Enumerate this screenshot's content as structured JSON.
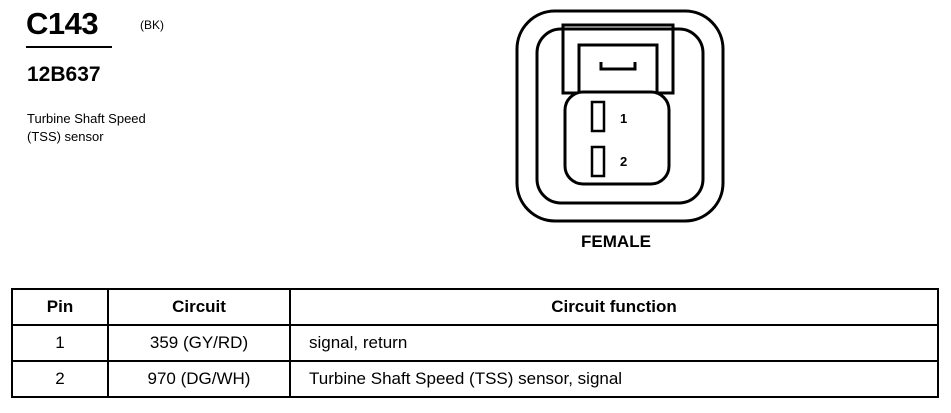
{
  "connector": {
    "id": "C143",
    "color_code": "(BK)",
    "part_number": "12B637",
    "description_line1": "Turbine Shaft Speed",
    "description_line2": "(TSS) sensor",
    "gender": "FEMALE",
    "pin_labels": [
      "1",
      "2"
    ]
  },
  "table": {
    "headers": {
      "pin": "Pin",
      "circuit": "Circuit",
      "function": "Circuit function"
    },
    "rows": [
      {
        "pin": "1",
        "circuit": "359 (GY/RD)",
        "function": "signal, return"
      },
      {
        "pin": "2",
        "circuit": "970 (DG/WH)",
        "function": "Turbine Shaft Speed (TSS) sensor, signal"
      }
    ]
  }
}
